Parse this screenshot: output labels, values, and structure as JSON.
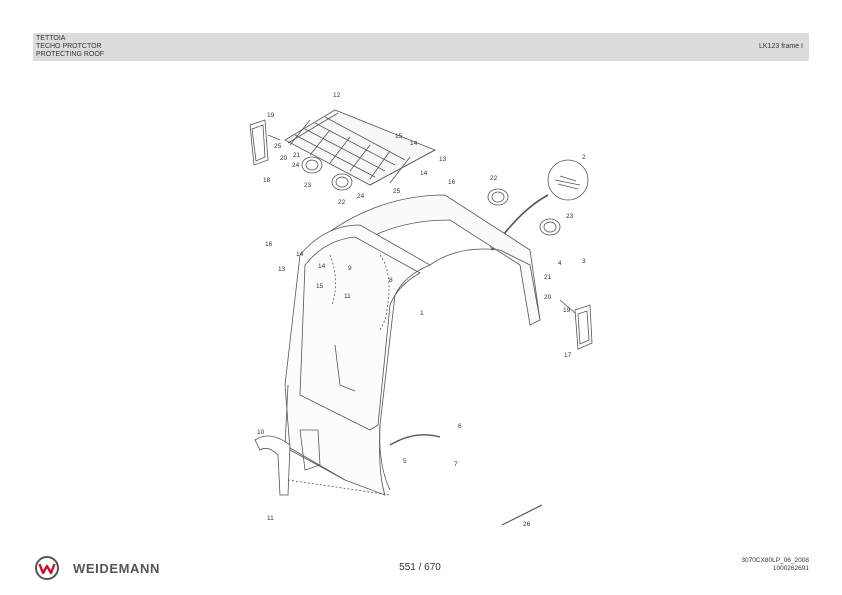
{
  "header": {
    "titles": [
      "TETTOIA",
      "TECHO PROTCTOR",
      "PROTECTING ROOF"
    ],
    "frame_label": "LK123 frame I"
  },
  "diagram": {
    "callouts": [
      "12",
      "19",
      "25",
      "20",
      "21",
      "24",
      "23",
      "18",
      "22",
      "24",
      "25",
      "15",
      "14",
      "13",
      "14",
      "16",
      "2",
      "22",
      "23",
      "16",
      "14",
      "13",
      "9",
      "14",
      "15",
      "11",
      "8",
      "1",
      "4",
      "3",
      "21",
      "20",
      "19",
      "17",
      "10",
      "6",
      "5",
      "7",
      "11",
      "26"
    ]
  },
  "footer": {
    "brand": "WEIDEMANN",
    "page_number": "551 / 670",
    "doc_code": "3070CX80LP_06_2008",
    "doc_number": "1000262691"
  },
  "colors": {
    "header_bg": "#dcdcdc",
    "logo_red": "#c8102e",
    "brand_gray": "#555555"
  }
}
